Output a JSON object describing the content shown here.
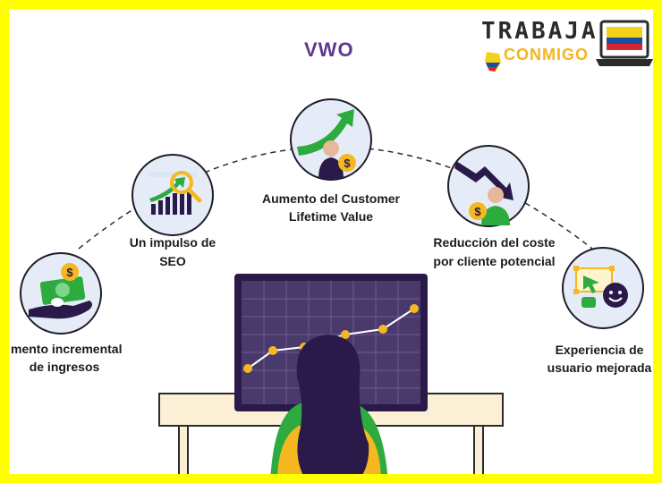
{
  "logo": {
    "text": "VWO"
  },
  "watermark": {
    "line1": "TRABAJA",
    "line2": "CONMIGO"
  },
  "benefits": [
    {
      "label_1": "mento incremental",
      "label_2": "de ingresos"
    },
    {
      "label_1": "Un impulso de",
      "label_2": "SEO"
    },
    {
      "label_1": "Aumento del Customer",
      "label_2": "Lifetime Value"
    },
    {
      "label_1": "Reducción del coste",
      "label_2": "por cliente potencial"
    },
    {
      "label_1": "Experiencia de",
      "label_2": "usuario mejorada"
    }
  ],
  "colors": {
    "border": "#ffff00",
    "accent_green": "#2eab3f",
    "purple_screen": "#4a3a6b",
    "dark_purple": "#2a1a4a",
    "gold": "#f5b820",
    "circle_bg": "#e6ecf7"
  }
}
